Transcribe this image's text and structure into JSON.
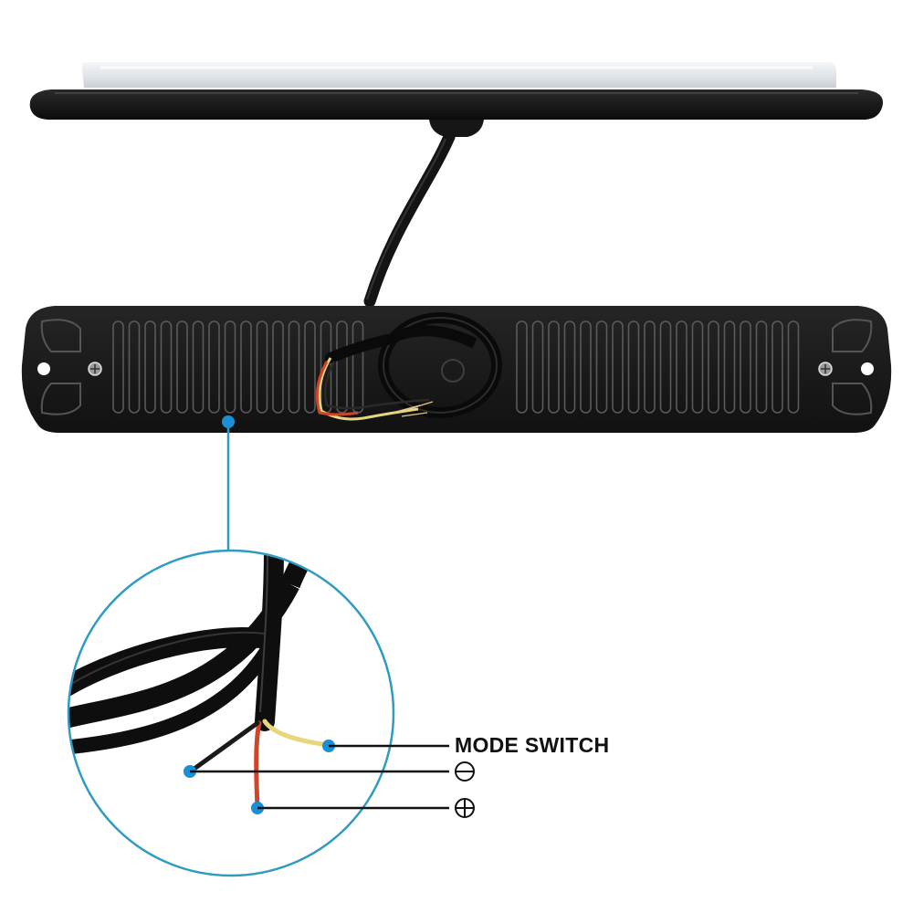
{
  "labels": {
    "mode_switch": "MODE SWITCH"
  },
  "symbols": {
    "negative": "minus-circle-icon",
    "positive": "plus-circle-icon"
  },
  "wires": [
    {
      "name": "mode-switch-wire",
      "color": "#e8d67a"
    },
    {
      "name": "negative-wire",
      "color": "#1a1a1a"
    },
    {
      "name": "positive-wire",
      "color": "#d0452a"
    }
  ],
  "colors": {
    "callout_blue": "#1a8fd6",
    "circle_outline": "#2f9bc2",
    "housing": "#1b1b1b",
    "lens": "#e9ecef"
  }
}
